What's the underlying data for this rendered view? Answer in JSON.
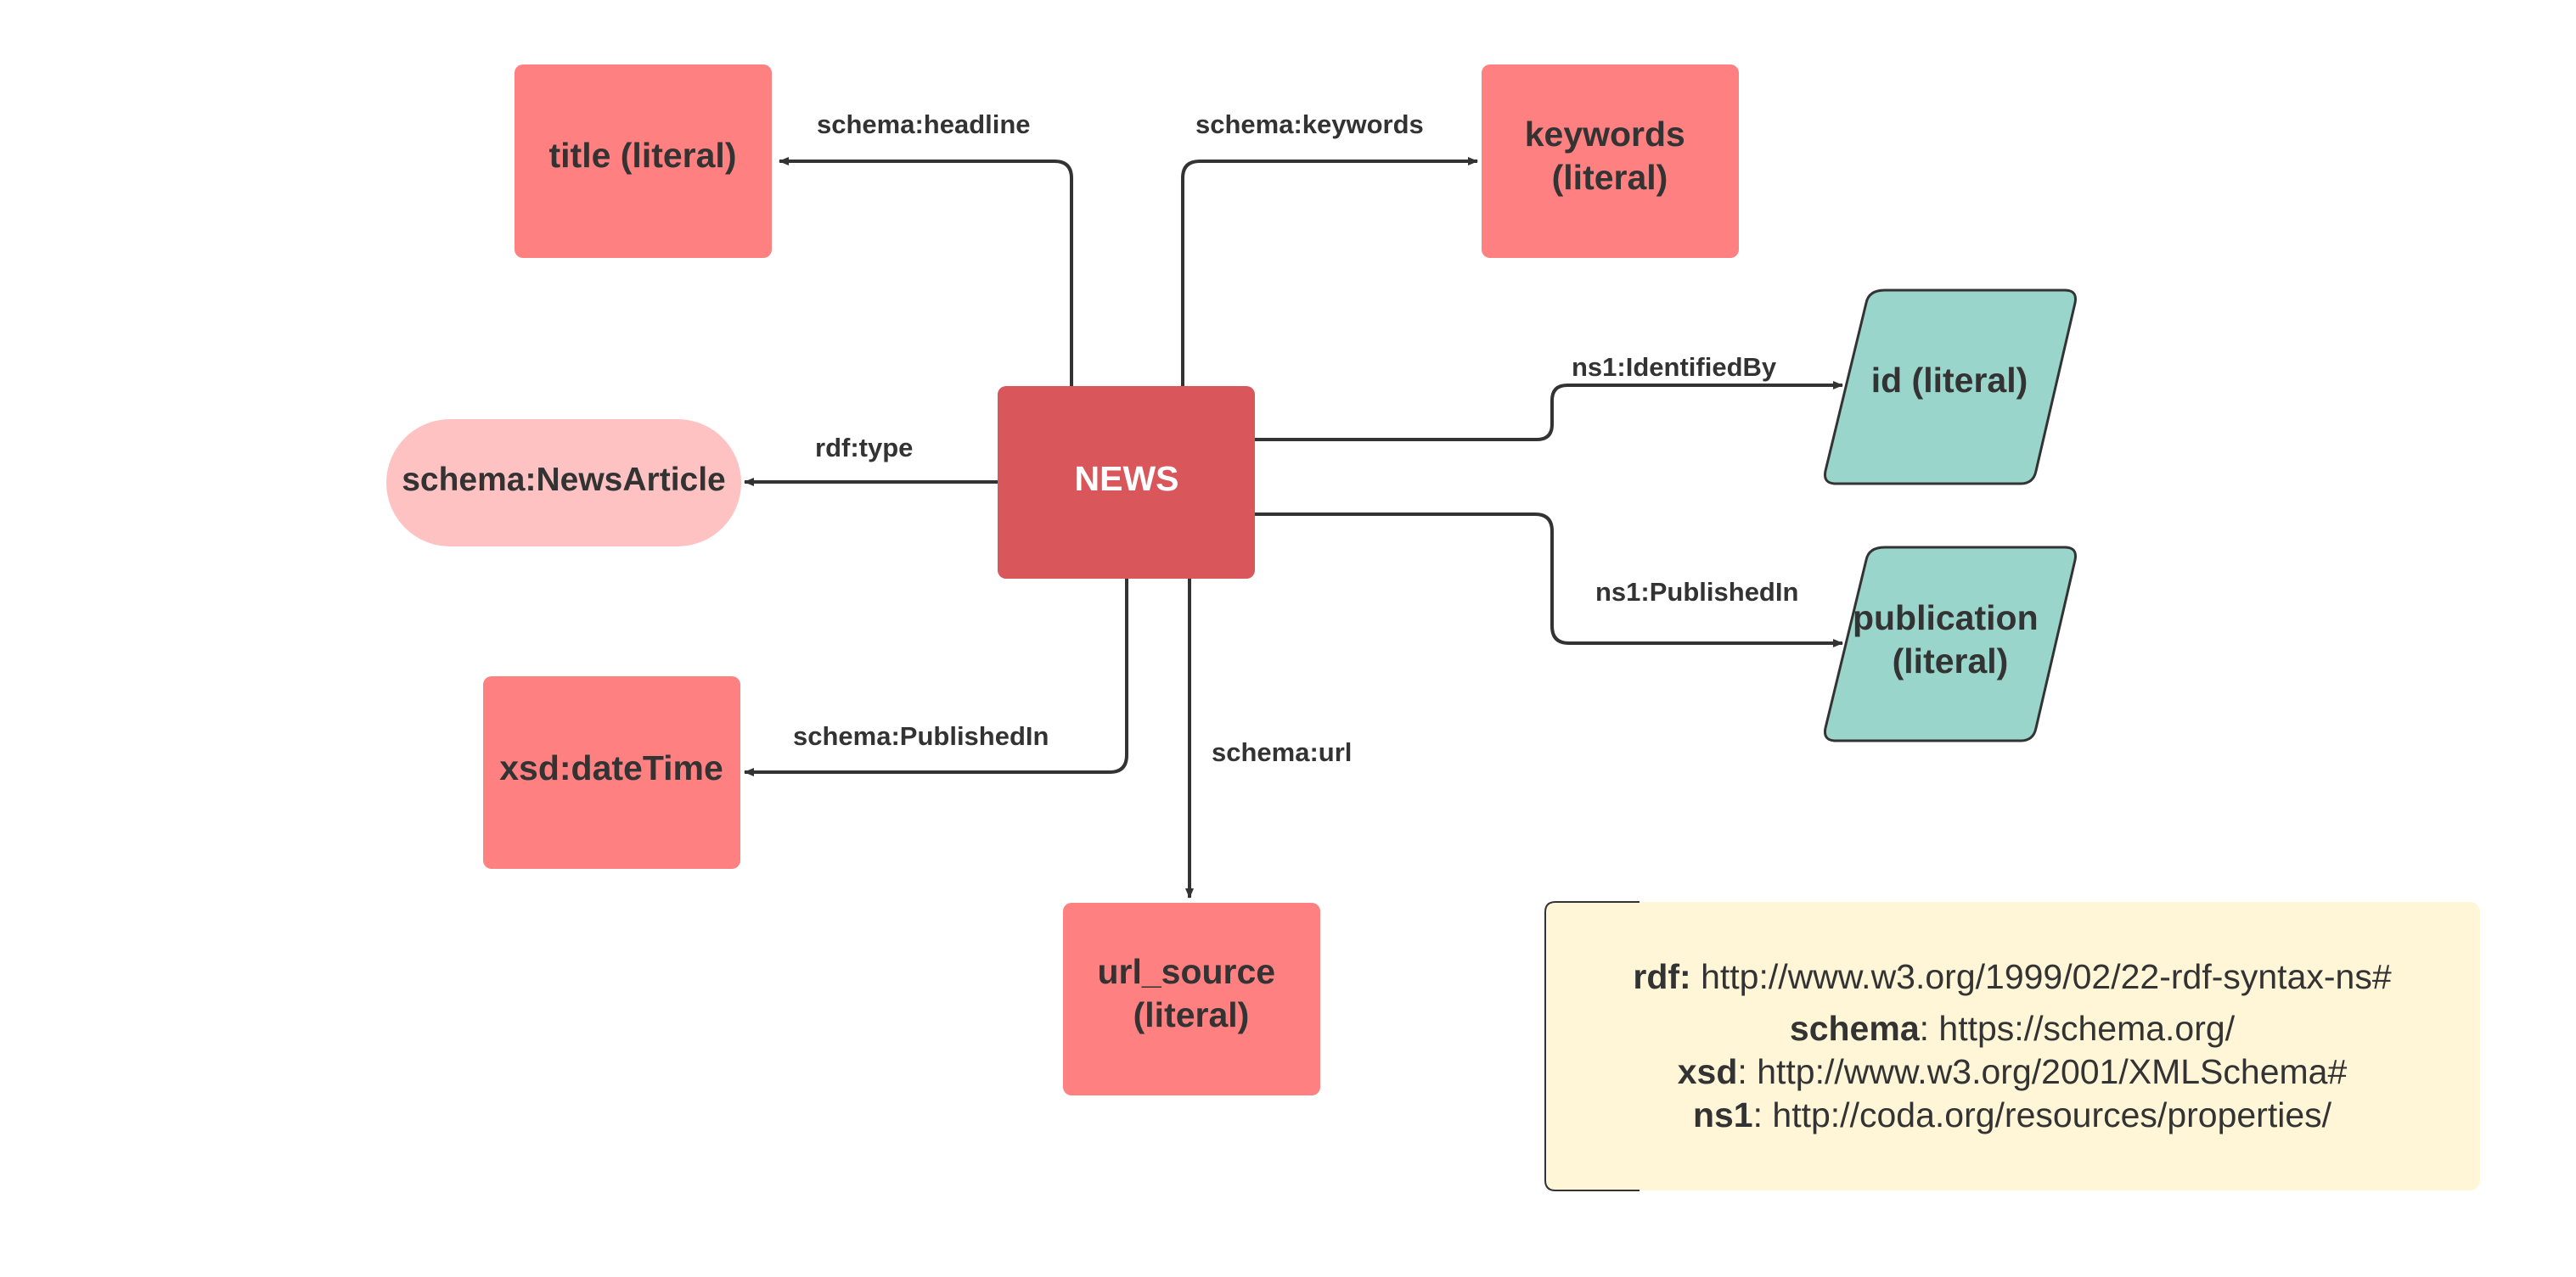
{
  "nodes": {
    "news": {
      "label": "NEWS"
    },
    "title": {
      "label_lines": [
        "title (literal)"
      ]
    },
    "keywords": {
      "label_lines": [
        "keywords",
        "(literal)"
      ]
    },
    "news_article": {
      "label": "schema:NewsArticle"
    },
    "date_time": {
      "label": "xsd:dateTime"
    },
    "url_source": {
      "label_lines": [
        "url_source",
        "(literal)"
      ]
    },
    "id": {
      "label": "id (literal)"
    },
    "publication": {
      "label_lines": [
        "publication",
        "(literal)"
      ]
    }
  },
  "edges": {
    "headline": "schema:headline",
    "keywords": "schema:keywords",
    "type": "rdf:type",
    "published_in_date": "schema:PublishedIn",
    "url": "schema:url",
    "identified_by": "ns1:IdentifiedBy",
    "published_in_pub": "ns1:PublishedIn"
  },
  "namespaces": [
    {
      "prefix": "rdf",
      "sep": ": ",
      "uri": "http://www.w3.org/1999/02/22-rdf-syntax-ns#"
    },
    {
      "prefix": "schema",
      "sep": ": ",
      "uri": "https://schema.org/"
    },
    {
      "prefix": "xsd",
      "sep": ": ",
      "uri": "http://www.w3.org/2001/XMLSchema#"
    },
    {
      "prefix": "ns1",
      "sep": ": ",
      "uri": "http://coda.org/resources/properties/"
    }
  ],
  "colors": {
    "central": "#d9575b",
    "literal": "#ff8080",
    "class": "#ffc2c2",
    "external": "#99d5ca",
    "legend": "#fff6d8",
    "stroke": "#333333"
  }
}
